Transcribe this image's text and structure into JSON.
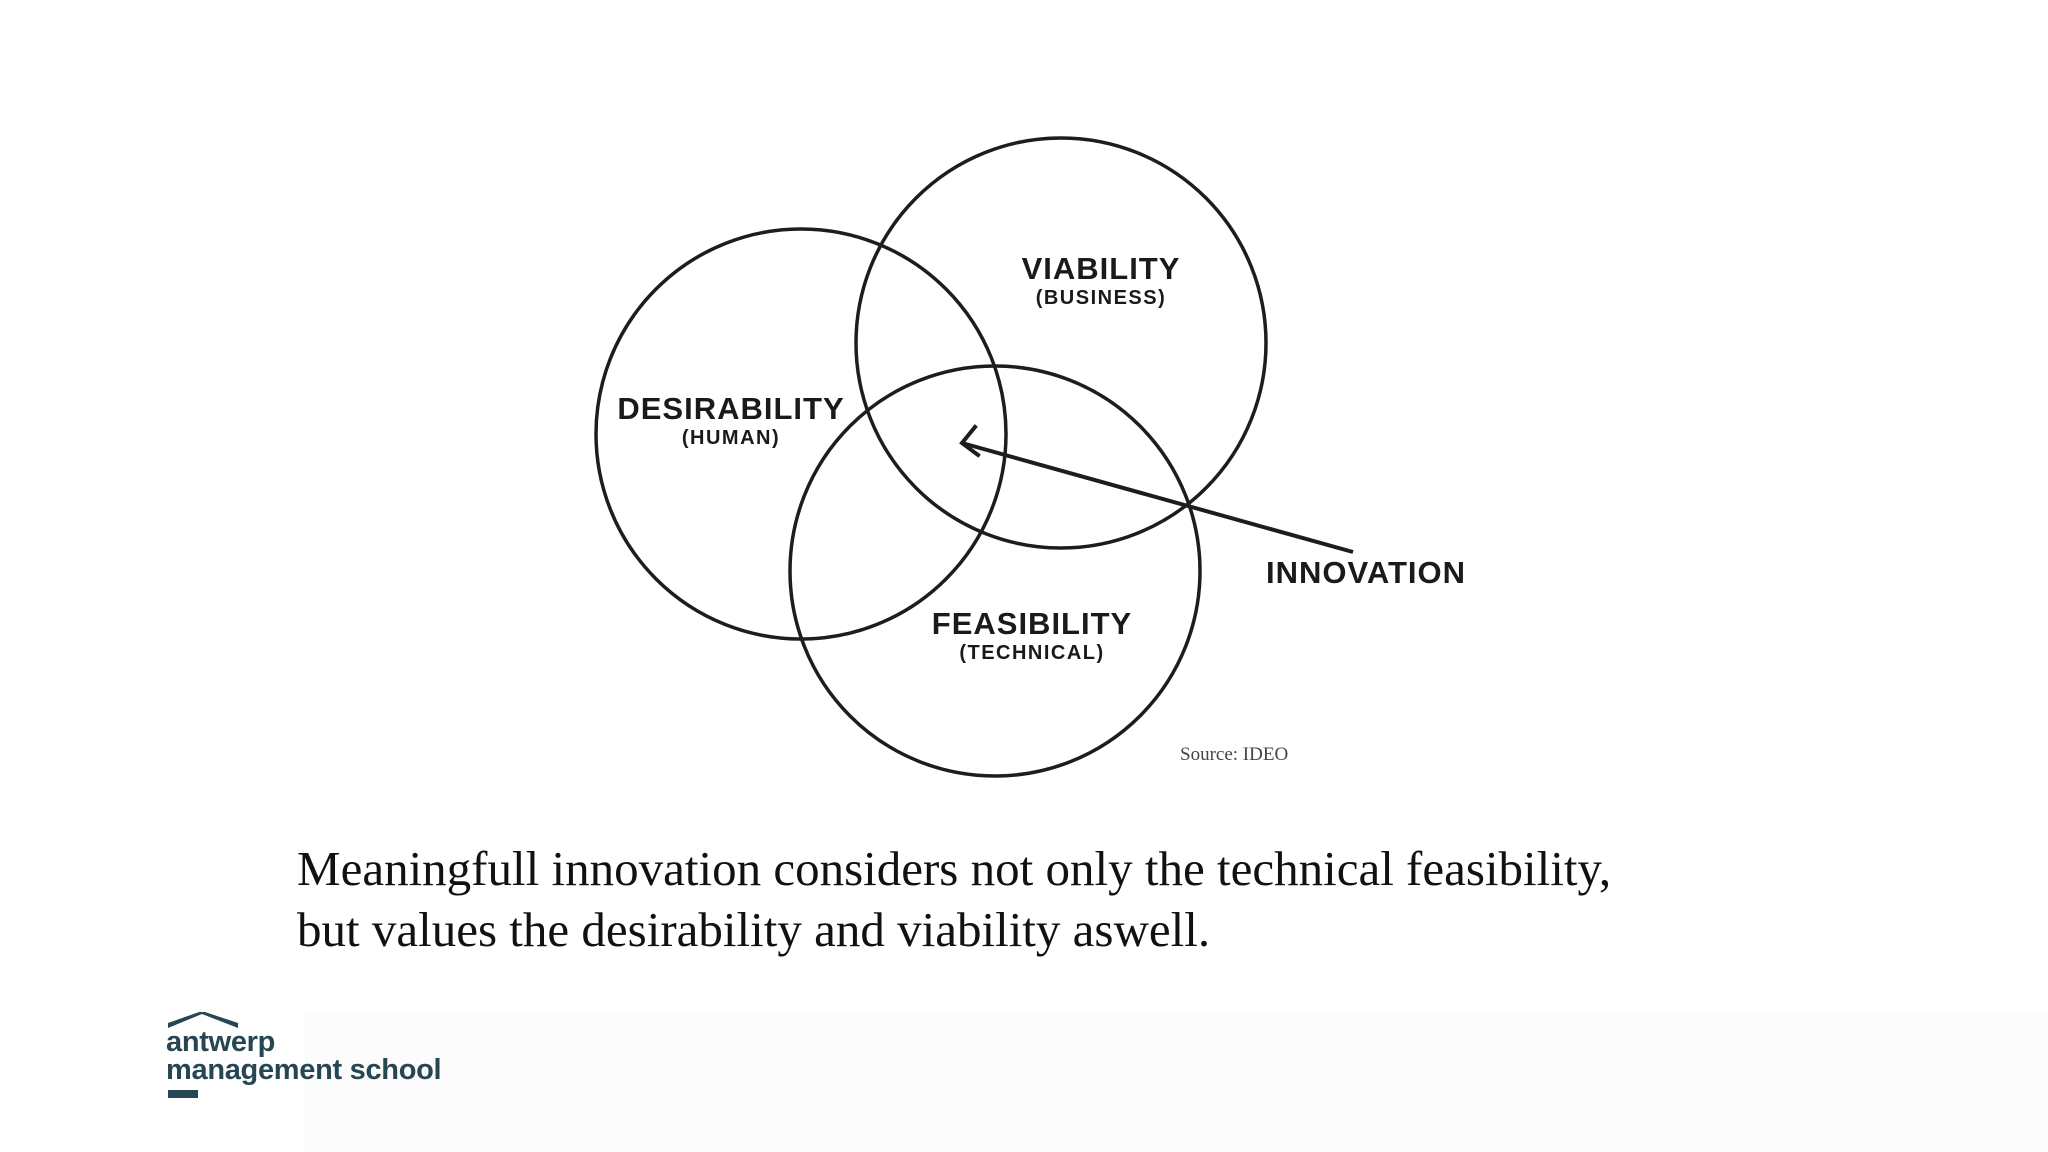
{
  "diagram": {
    "circles": {
      "desirability": {
        "title": "DESIRABILITY",
        "subtitle": "(HUMAN)"
      },
      "viability": {
        "title": "VIABILITY",
        "subtitle": "(BUSINESS)"
      },
      "feasibility": {
        "title": "FEASIBILITY",
        "subtitle": "(TECHNICAL)"
      }
    },
    "pointer_label": "INNOVATION",
    "source": "Source: IDEO"
  },
  "caption": {
    "line1": "Meaningfull innovation considers not only the technical feasibility,",
    "line2": "but values the desirability and viability aswell."
  },
  "logo": {
    "line1": "antwerp",
    "line2": "management school"
  },
  "colors": {
    "brand": "#264653",
    "stroke": "#1d1d1d"
  }
}
